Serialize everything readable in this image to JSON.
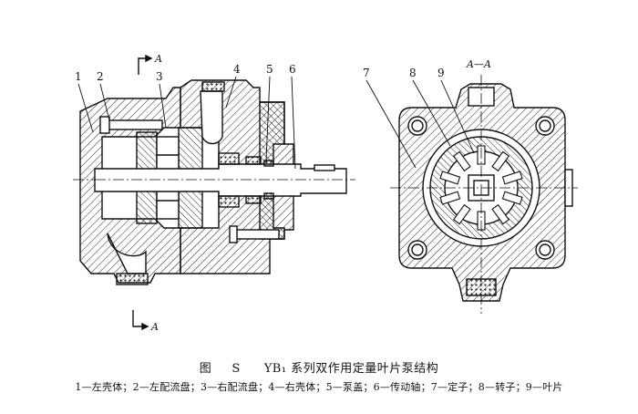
{
  "figure": {
    "caption_prefix": "图",
    "caption_number": "S",
    "caption_title": "YB₁ 系列双作用定量叶片泵结构",
    "legend": "1—左壳体；2—左配流盘；3—右配流盘；4—右壳体；5—泵盖；6—传动轴；7—定子；8—转子；9—叶片"
  },
  "labels": {
    "n1": "1",
    "n2": "2",
    "n3": "3",
    "n4": "4",
    "n5": "5",
    "n6": "6",
    "n7": "7",
    "n8": "8",
    "n9": "9"
  },
  "section_marks": {
    "top": "A",
    "bottom": "A",
    "view_title": "A—A"
  }
}
